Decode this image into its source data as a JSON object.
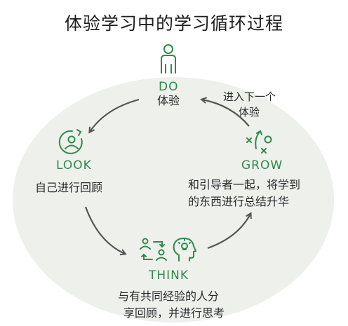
{
  "title": "体验学习中的学习循环过程",
  "nodes": {
    "do": {
      "en": "DO",
      "zh": "体验"
    },
    "look": {
      "en": "LOOK",
      "zh": "自己进行回顾"
    },
    "grow": {
      "en": "GROW",
      "zh_line1": "和引导者一起，将学到",
      "zh_line2": "的东西进行总结升华"
    },
    "think": {
      "en": "THINK",
      "zh_line1": "与有共同经验的人分",
      "zh_line2": "享回顾，并进行思考"
    }
  },
  "next_label": {
    "line1": "进入下一个",
    "line2": "体验"
  },
  "colors": {
    "accent": "#2f8a4c",
    "circle": "#eef0ec",
    "arrow": "#555555"
  }
}
